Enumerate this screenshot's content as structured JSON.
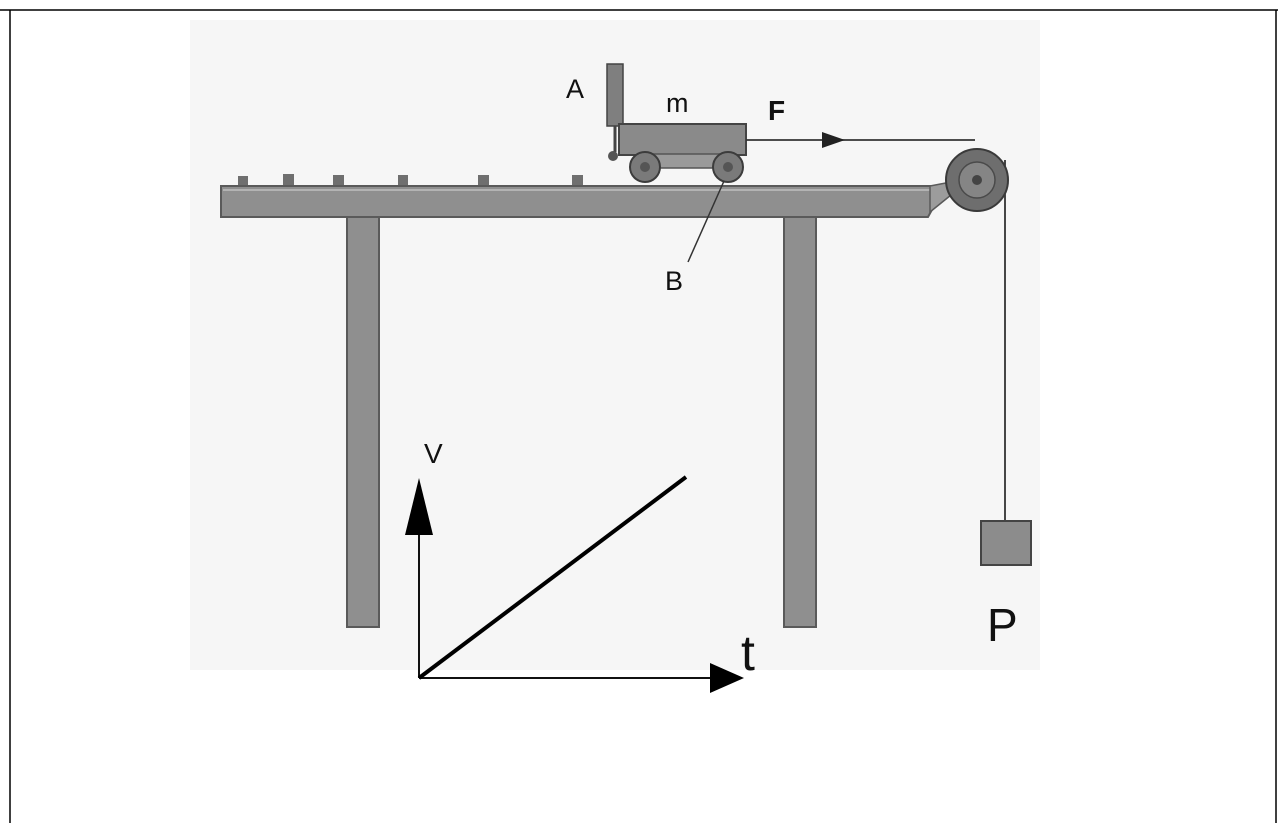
{
  "labels": {
    "sensor": "A",
    "mass": "m",
    "force": "F",
    "wheel": "B",
    "weight": "P",
    "velocity_axis": "V",
    "time_axis": "t"
  },
  "colors": {
    "frame": "#000000",
    "table_fill": "#8f8f8f",
    "table_edge": "#5a5a5a",
    "cart_fill": "#8a8a8a",
    "wheel_fill": "#7a7a7a",
    "pulley_fill": "#6e6e6e",
    "weight_fill": "#8c8c8c",
    "string": "#333333",
    "graph_line": "#000000",
    "text": "#111111"
  }
}
